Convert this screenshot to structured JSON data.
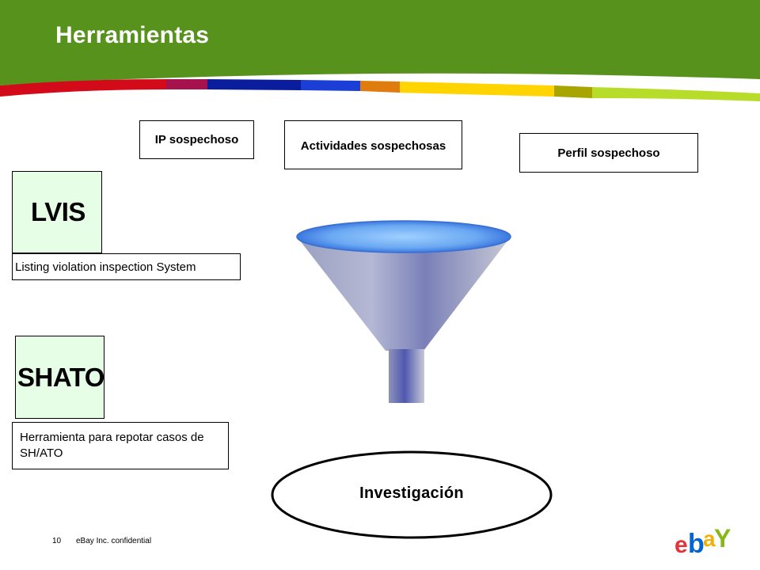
{
  "header": {
    "title": "Herramientas",
    "colors": {
      "green_band": "#56921c",
      "stripe": [
        "#d20a19",
        "#a5124d",
        "#0a1d9c",
        "#1b3fd6",
        "#f39c12",
        "#ffd400",
        "#a8a400",
        "#b7dd2a"
      ]
    }
  },
  "criteria": {
    "ip_label": "IP sospechoso",
    "activities_label": "Actividades sospechosas",
    "profile_label": "Perfil sospechoso"
  },
  "tools": {
    "lvis": {
      "name": "LVIS",
      "description": "Listing violation inspection System"
    },
    "shato": {
      "name": "SHATO",
      "description": "Herramienta para repotar casos de SH/ATO"
    }
  },
  "funnel": {
    "icon": "funnel-icon",
    "output_label": "Investigación"
  },
  "footer": {
    "page_number": "10",
    "confidential": "eBay Inc. confidential",
    "logo_letters": [
      "e",
      "b",
      "a",
      "Y"
    ],
    "logo_colors": [
      "#e53238",
      "#0064d2",
      "#f5af02",
      "#86b817"
    ]
  }
}
